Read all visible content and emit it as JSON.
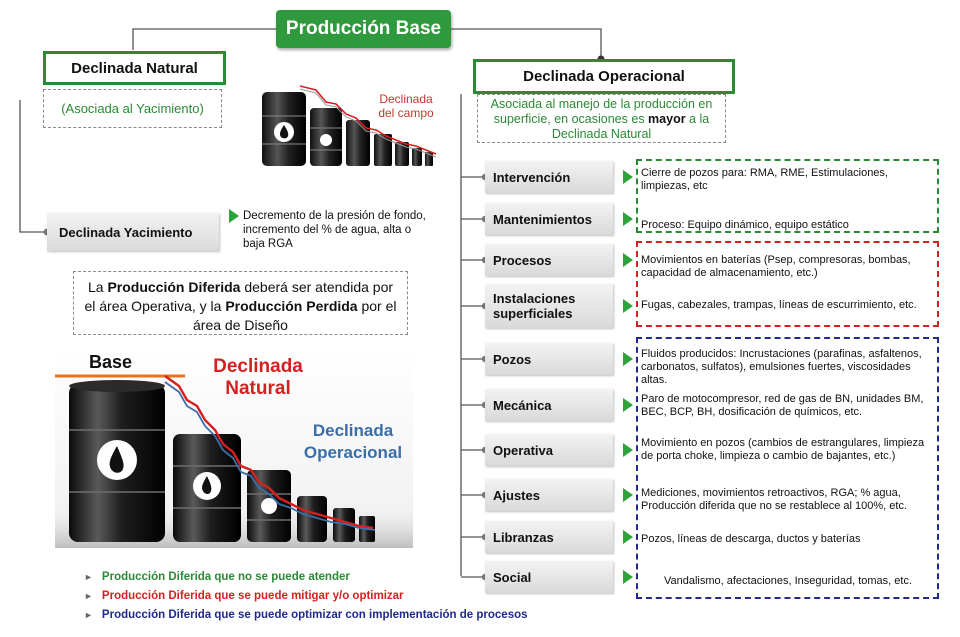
{
  "root": "Producción Base",
  "natural": {
    "title": "Declinada Natural",
    "note": "(Asociada al Yacimiento)",
    "image_label": "Declinada del campo",
    "item": {
      "label": "Declinada Yacimiento",
      "desc": "Decremento de la presión de fondo, incremento del % de agua, alta o baja RGA"
    }
  },
  "operacional": {
    "title": "Declinada Operacional",
    "note_pre": "Asociada al manejo de la producción en superficie, en ocasiones es ",
    "note_bold": "mayor",
    "note_post": " a la Declinada Natural"
  },
  "statement": {
    "p1": "La ",
    "b1": "Producción Diferida",
    "p2": " deberá ser atendida por el área Operativa, y la ",
    "b2": "Producción Perdida",
    "p3": " por el área de Diseño"
  },
  "big_image": {
    "base": "Base",
    "natural_1": "Declinada",
    "natural_2": "Natural",
    "oper_1": "Declinada",
    "oper_2": "Operacional"
  },
  "items": [
    {
      "label": "Intervención",
      "desc": "Cierre de pozos para: RMA, RME, Estimulaciones, limpiezas, etc"
    },
    {
      "label": "Mantenimientos",
      "desc": "Proceso: Equipo dinámico, equipo estático"
    },
    {
      "label": "Procesos",
      "desc": "Movimientos en baterías (Psep, compresoras, bombas, capacidad de almacenamiento, etc.)"
    },
    {
      "label": "Instalaciones superficiales",
      "desc": "Fugas, cabezales, trampas, líneas de escurrimiento, etc."
    },
    {
      "label": "Pozos",
      "desc": "Fluidos producidos: Incrustaciones (parafinas, asfaltenos, carbonatos, sulfatos), emulsiones fuertes, viscosidades altas."
    },
    {
      "label": "Mecánica",
      "desc": "Paro de motocompresor, red de gas de BN, unidades BM, BEC, BCP, BH, dosificación de químicos, etc."
    },
    {
      "label": "Operativa",
      "desc": "Movimiento en pozos (cambios de estrangulares, limpieza de porta choke, limpieza o cambio de bajantes, etc.)"
    },
    {
      "label": "Ajustes",
      "desc": "Mediciones, movimientos retroactivos, RGA; % agua, Producción diferida que no se restablece al 100%, etc."
    },
    {
      "label": "Libranzas",
      "desc": "Pozos, líneas de descarga, ductos y baterías"
    },
    {
      "label": "Social",
      "desc": "Vandalismo, afectaciones, Inseguridad, tomas, etc."
    }
  ],
  "legend": [
    {
      "text": "Producción Diferida que no se puede atender",
      "color": "#2a8a36"
    },
    {
      "text": "Producción Diferida que se puede mitigar y/o optimizar",
      "color": "#d62020"
    },
    {
      "text": "Producción Diferida que se puede optimizar con implementación de procesos",
      "color": "#1f2a8a"
    }
  ],
  "colors": {
    "green": "#2a8a36",
    "red": "#d62020",
    "blue": "#1f2a8a",
    "arrow": "#2ea33b"
  }
}
